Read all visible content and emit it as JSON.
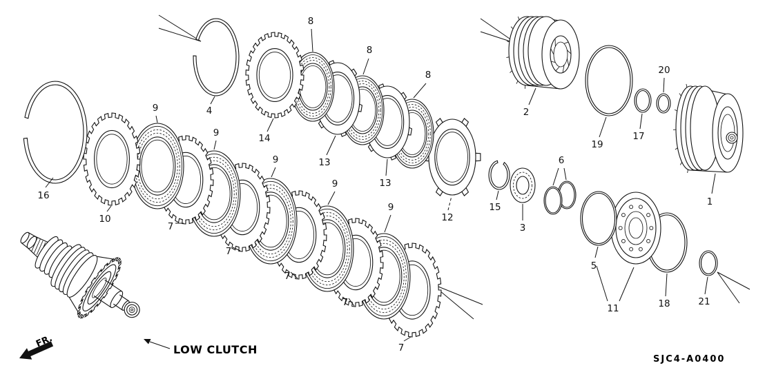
{
  "diagram": {
    "code": "SJC4-A0400",
    "assembly_label": "LOW CLUTCH",
    "direction_label": "FR."
  },
  "callouts": [
    {
      "id": "16",
      "label": "16"
    },
    {
      "id": "10",
      "label": "10"
    },
    {
      "id": "9-1",
      "label": "9"
    },
    {
      "id": "9-2",
      "label": "9"
    },
    {
      "id": "9-3",
      "label": "9"
    },
    {
      "id": "9-4",
      "label": "9"
    },
    {
      "id": "9-5",
      "label": "9"
    },
    {
      "id": "7-1",
      "label": "7"
    },
    {
      "id": "7-2",
      "label": "7"
    },
    {
      "id": "7-3",
      "label": "7"
    },
    {
      "id": "7-4",
      "label": "7"
    },
    {
      "id": "7-5",
      "label": "7"
    },
    {
      "id": "4",
      "label": "4"
    },
    {
      "id": "14",
      "label": "14"
    },
    {
      "id": "8-1",
      "label": "8"
    },
    {
      "id": "8-2",
      "label": "8"
    },
    {
      "id": "8-3",
      "label": "8"
    },
    {
      "id": "13-1",
      "label": "13"
    },
    {
      "id": "13-2",
      "label": "13"
    },
    {
      "id": "12",
      "label": "12"
    },
    {
      "id": "2",
      "label": "2"
    },
    {
      "id": "19",
      "label": "19"
    },
    {
      "id": "17",
      "label": "17"
    },
    {
      "id": "20",
      "label": "20"
    },
    {
      "id": "1",
      "label": "1"
    },
    {
      "id": "15",
      "label": "15"
    },
    {
      "id": "3",
      "label": "3"
    },
    {
      "id": "6",
      "label": "6"
    },
    {
      "id": "5",
      "label": "5"
    },
    {
      "id": "11",
      "label": "11"
    },
    {
      "id": "18",
      "label": "18"
    },
    {
      "id": "21",
      "label": "21"
    }
  ]
}
